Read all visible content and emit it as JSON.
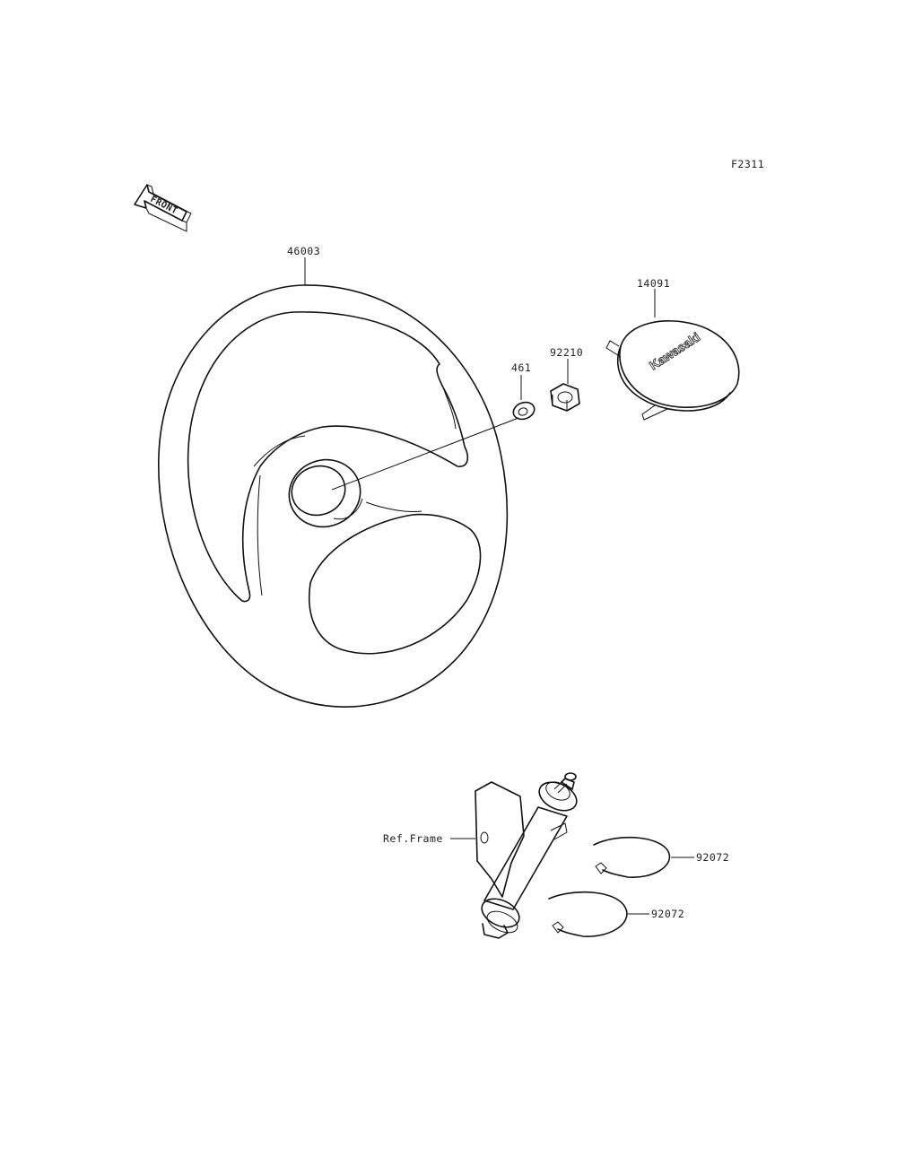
{
  "figure_code": "F2311",
  "front_label": "FRONT",
  "cap_brand_text": "Kawasaki",
  "parts": {
    "steering_wheel": "46003",
    "cap": "14091",
    "washer": "461",
    "nut": "92210",
    "clamp_upper": "92072",
    "clamp_lower": "92072",
    "ref_frame": "Ref.Frame"
  }
}
